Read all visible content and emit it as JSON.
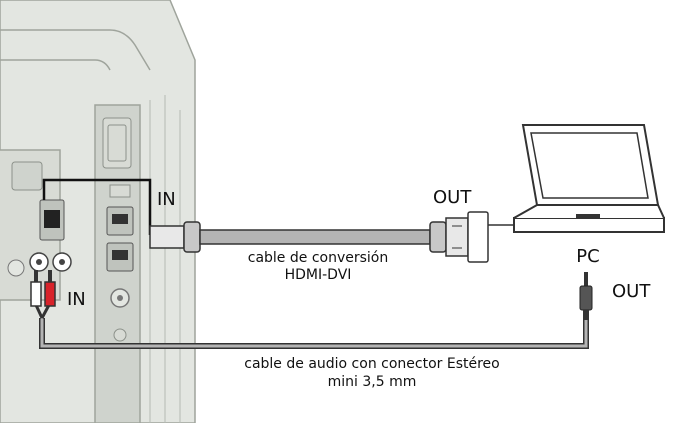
{
  "labels": {
    "tv_in_hdmi": "IN",
    "pc_out_hdmi": "OUT",
    "hdmi_cable_line1": "cable de conversión",
    "hdmi_cable_line2": "HDMI-DVI",
    "pc": "PC",
    "pc_out_audio": "OUT",
    "tv_in_audio": "IN",
    "audio_cable_line1": "cable de audio con conector Estéreo",
    "audio_cable_line2": "mini 3,5 mm"
  },
  "colors": {
    "tv_body": "#e3e6e1",
    "tv_panel": "#cfd3cd",
    "tv_outline": "#9fa49c",
    "cable_gray": "#b4b4b4",
    "cable_outline": "#333333",
    "rca_red": "#d8232a",
    "rca_white": "#ffffff",
    "laptop_fill": "#ffffff",
    "laptop_outline": "#333333"
  },
  "icons": {
    "television": "tv-rear-panel-icon",
    "laptop": "laptop-icon",
    "hdmi_plug": "hdmi-plug-icon",
    "dvi_plug": "dvi-plug-icon",
    "rca_plug": "rca-plug-icon",
    "minijack": "minijack-plug-icon"
  }
}
